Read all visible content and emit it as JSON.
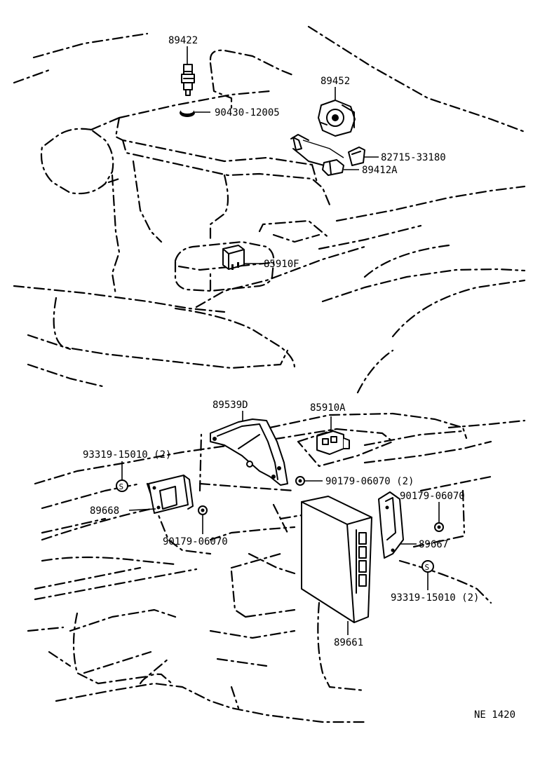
{
  "labels": {
    "p89422": "89422",
    "p89452": "89452",
    "p90430": "90430-12005",
    "p82715": "82715-33180",
    "p89412A": "89412A",
    "p85910F": "85910F",
    "p89539D": "89539D",
    "p85910A": "85910A",
    "p93319_left": "93319-15010 (2)",
    "p90179_mid": "90179-06070 (2)",
    "p90179_right": "90179-06070",
    "p89668": "89668",
    "p90179_left": "90179-06070",
    "p89667": "89667",
    "p93319_right": "93319-15010 (2)",
    "p89661": "89661",
    "figure_code": "NE 1420"
  }
}
